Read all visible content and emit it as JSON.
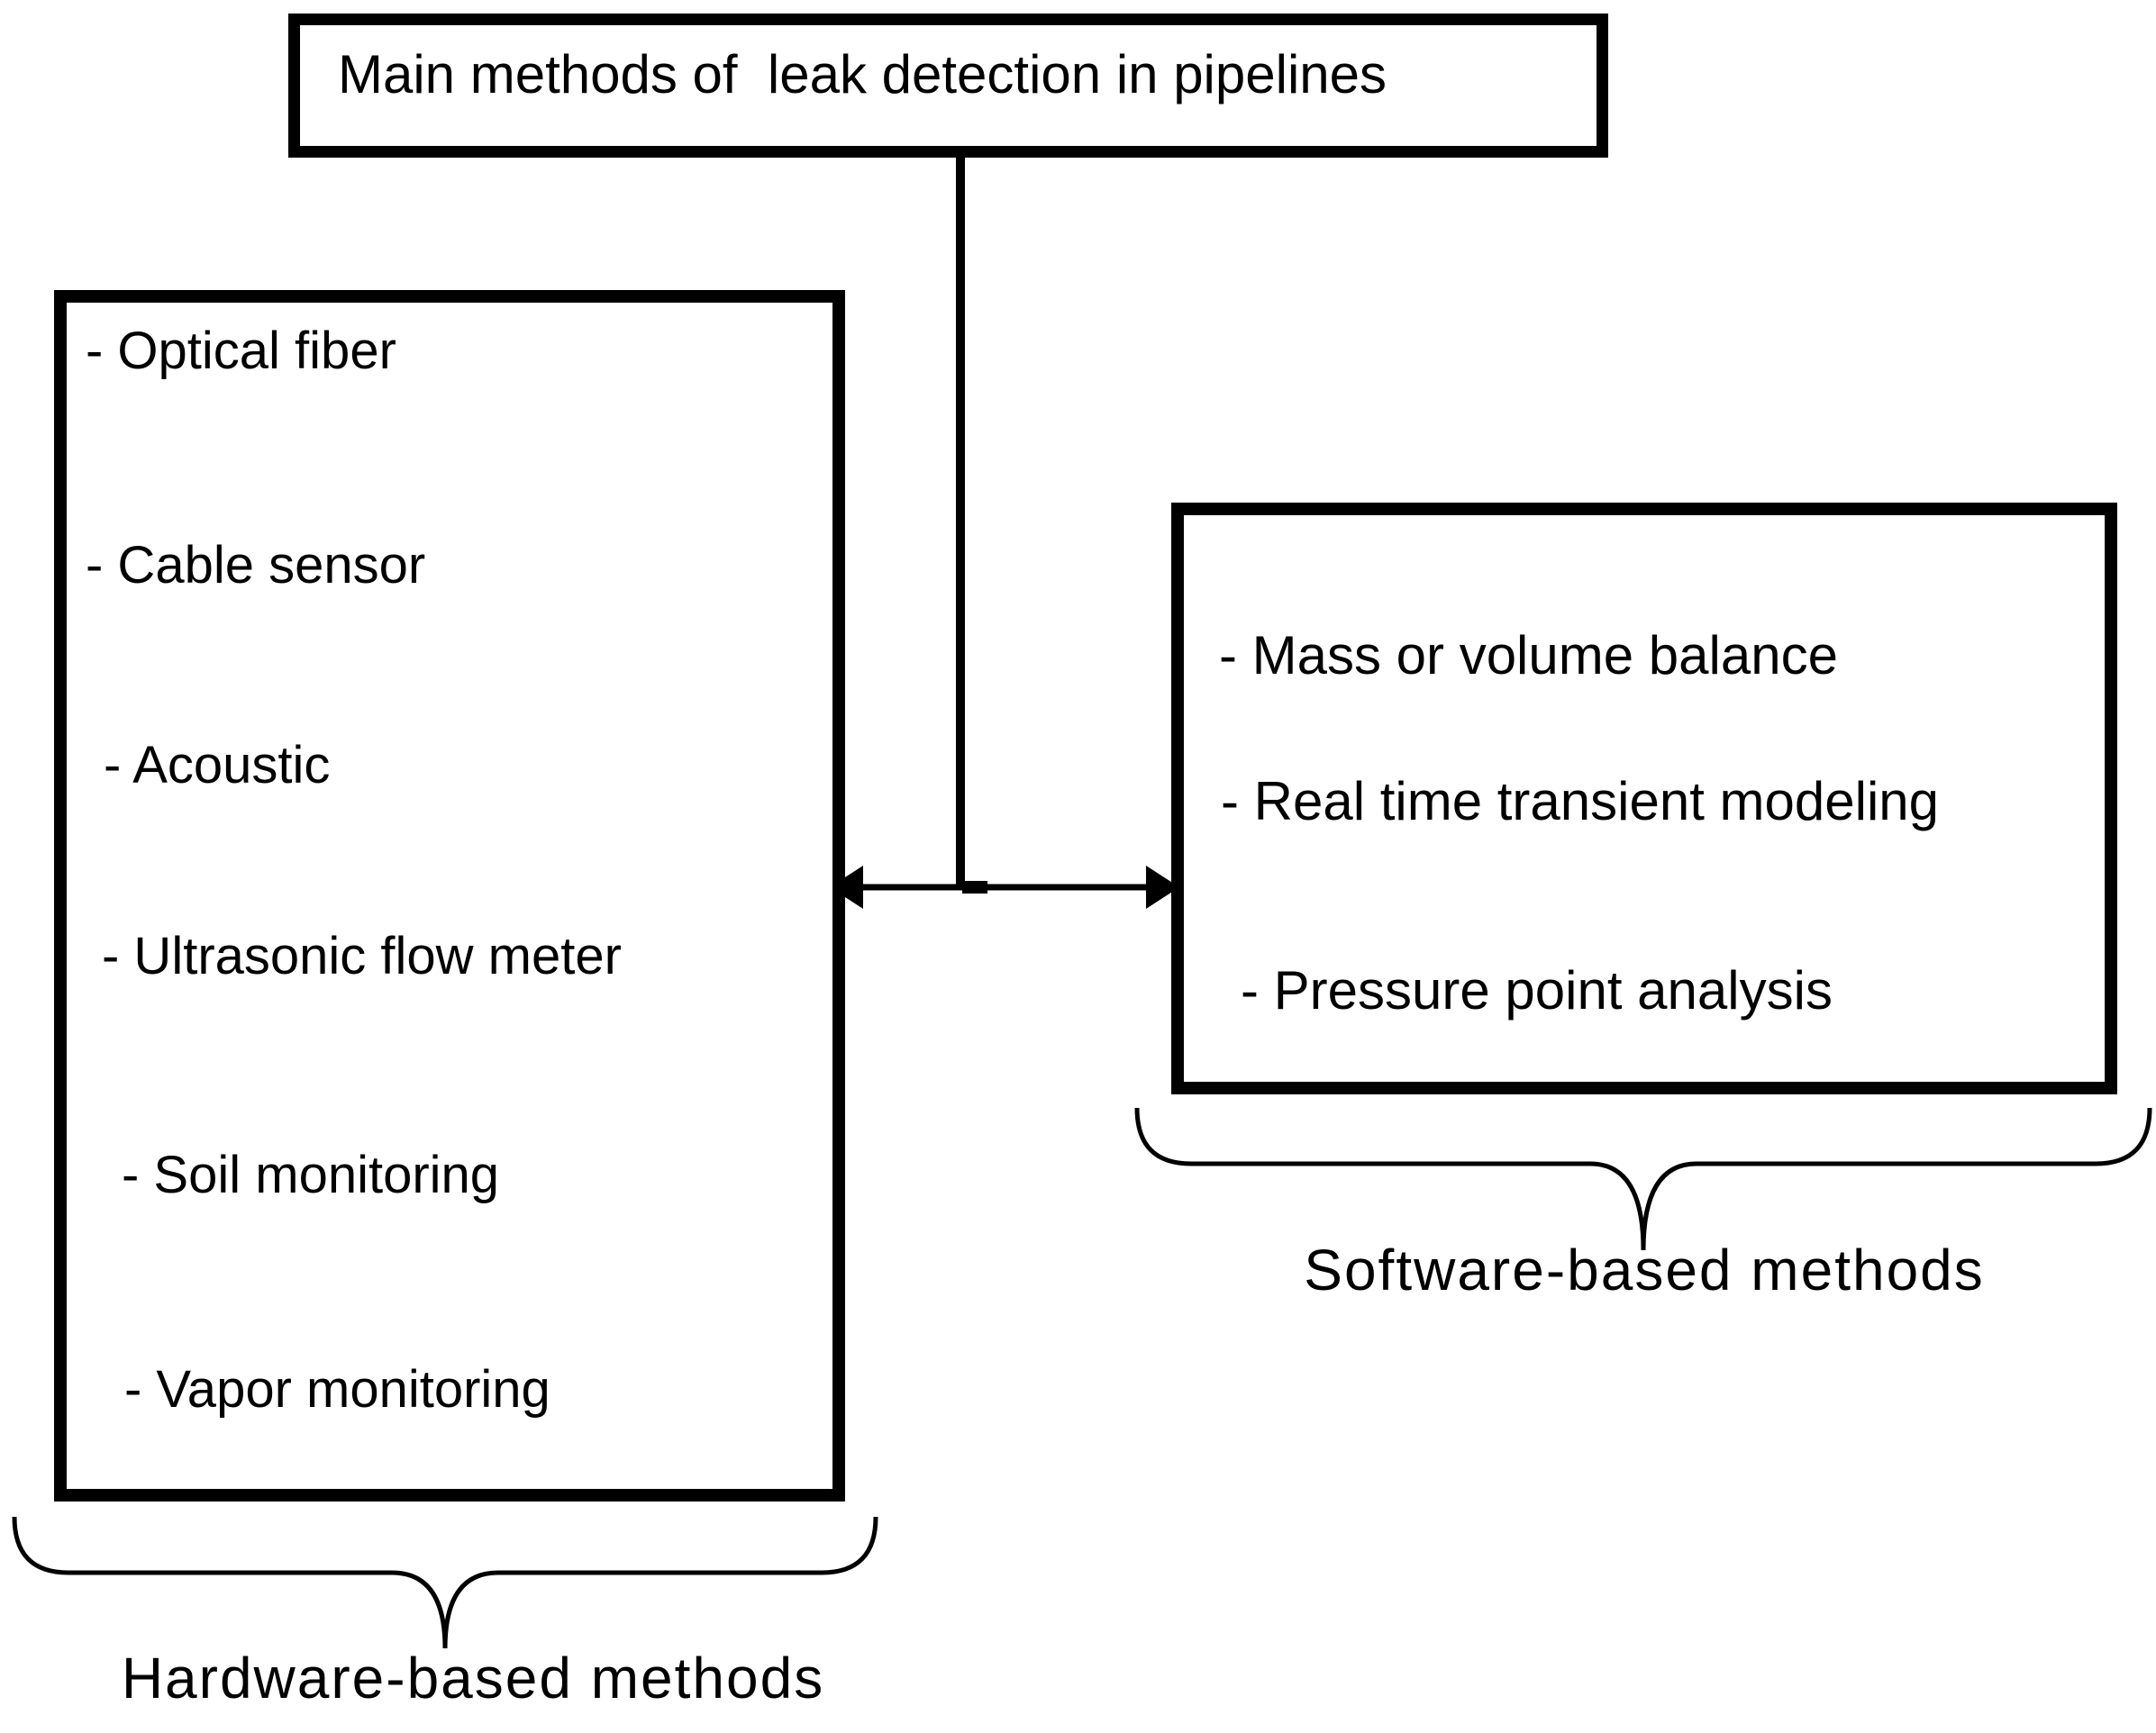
{
  "page": {
    "background_color": "#ffffff",
    "text_color": "#000000",
    "line_color": "#000000"
  },
  "title_box": {
    "text": "Main methods of  leak detection in pipelines"
  },
  "hardware": {
    "items": [
      "- Optical fiber",
      "- Cable sensor",
      "- Acoustic",
      "- Ultrasonic flow meter",
      "- Soil monitoring",
      "- Vapor monitoring"
    ],
    "label": "Hardware-based methods"
  },
  "software": {
    "items": [
      "- Mass or volume balance",
      "- Real time transient modeling",
      "- Pressure point analysis"
    ],
    "label": "Software-based methods"
  },
  "icons": {
    "connector": "double-headed-arrow",
    "hardware_bracket": "curly-brace-down",
    "software_bracket": "curly-brace-down"
  }
}
